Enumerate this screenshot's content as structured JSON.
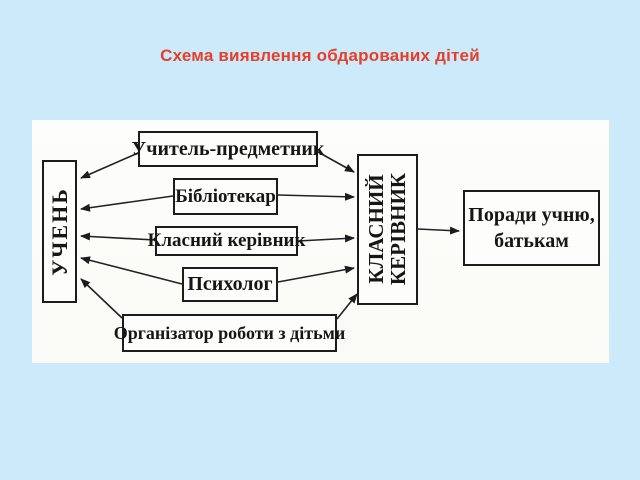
{
  "slide": {
    "title": "Схема виявлення обдарованих дітей"
  },
  "diagram": {
    "student": "УЧЕНЬ",
    "sources": {
      "teacher": "Учитель-предметник",
      "librarian": "Бібліотекар",
      "class_teacher": "Класний керівник",
      "psychologist": "Психолог",
      "organizer": "Організатор роботи з дітьми"
    },
    "coordinator": {
      "line1": "КЛАСНИЙ",
      "line2": "КЕРІВНИК"
    },
    "advice": {
      "line1": "Поради учню,",
      "line2": "батькам"
    },
    "connections": [
      "Учитель-предметник → УЧЕНЬ",
      "Бібліотекар → УЧЕНЬ",
      "Класний керівник → УЧЕНЬ",
      "Психолог → УЧЕНЬ",
      "Організатор роботи з дітьми → УЧЕНЬ",
      "Учитель-предметник → КЛАСНИЙ КЕРІВНИК",
      "Бібліотекар → КЛАСНИЙ КЕРІВНИК",
      "Класний керівник → КЛАСНИЙ КЕРІВНИК",
      "Психолог → КЛАСНИЙ КЕРІВНИК",
      "Організатор роботи з дітьми → КЛАСНИЙ КЕРІВНИК",
      "КЛАСНИЙ КЕРІВНИК → Поради учню, батькам"
    ]
  },
  "colors": {
    "background": "#cdeafb",
    "panel": "#fdfdfc",
    "title": "#e4402a",
    "ink": "#1c1c1c"
  }
}
